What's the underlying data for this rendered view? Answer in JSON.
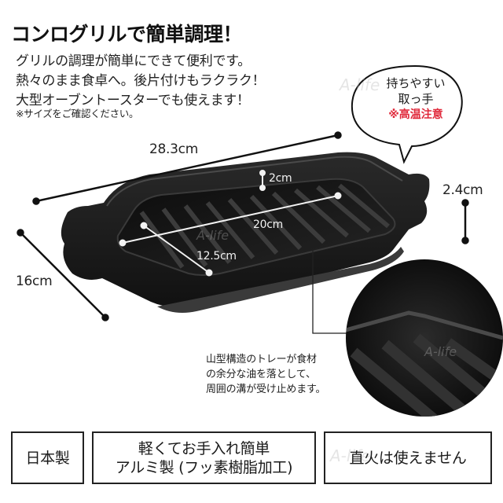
{
  "header": {
    "title": "コンログリルで簡単調理！"
  },
  "description": {
    "lines": [
      "グリルの調理が簡単にできて便利です。",
      "熱々のまま食卓へ。後片付けもラクラク！",
      "大型オーブントースターでも使えます！"
    ],
    "note": "※サイズをご確認ください。"
  },
  "watermark": "A-life",
  "dimensions": {
    "length": "28.3cm",
    "width": "16cm",
    "height": "2.4cm",
    "inner_depth": "2cm",
    "inner_length": "20cm",
    "inner_width": "12.5cm"
  },
  "speech_bubble": {
    "line1": "持ちやすい",
    "line2": "取っ手",
    "warning": "※高温注意"
  },
  "callout": {
    "lines": [
      "山型構造のトレーが食材",
      "の余分な油を落として、",
      "周囲の溝が受け止めます。"
    ]
  },
  "badges": [
    {
      "lines": [
        "日本製"
      ]
    },
    {
      "lines": [
        "軽くてお手入れ簡単",
        "アルミ製 (フッ素樹脂加工)"
      ]
    },
    {
      "lines": [
        "直火は使えません"
      ]
    }
  ],
  "colors": {
    "warning_red": "#e0283a",
    "tray_black": "#1c1c1c",
    "text": "#1a1a1a"
  }
}
